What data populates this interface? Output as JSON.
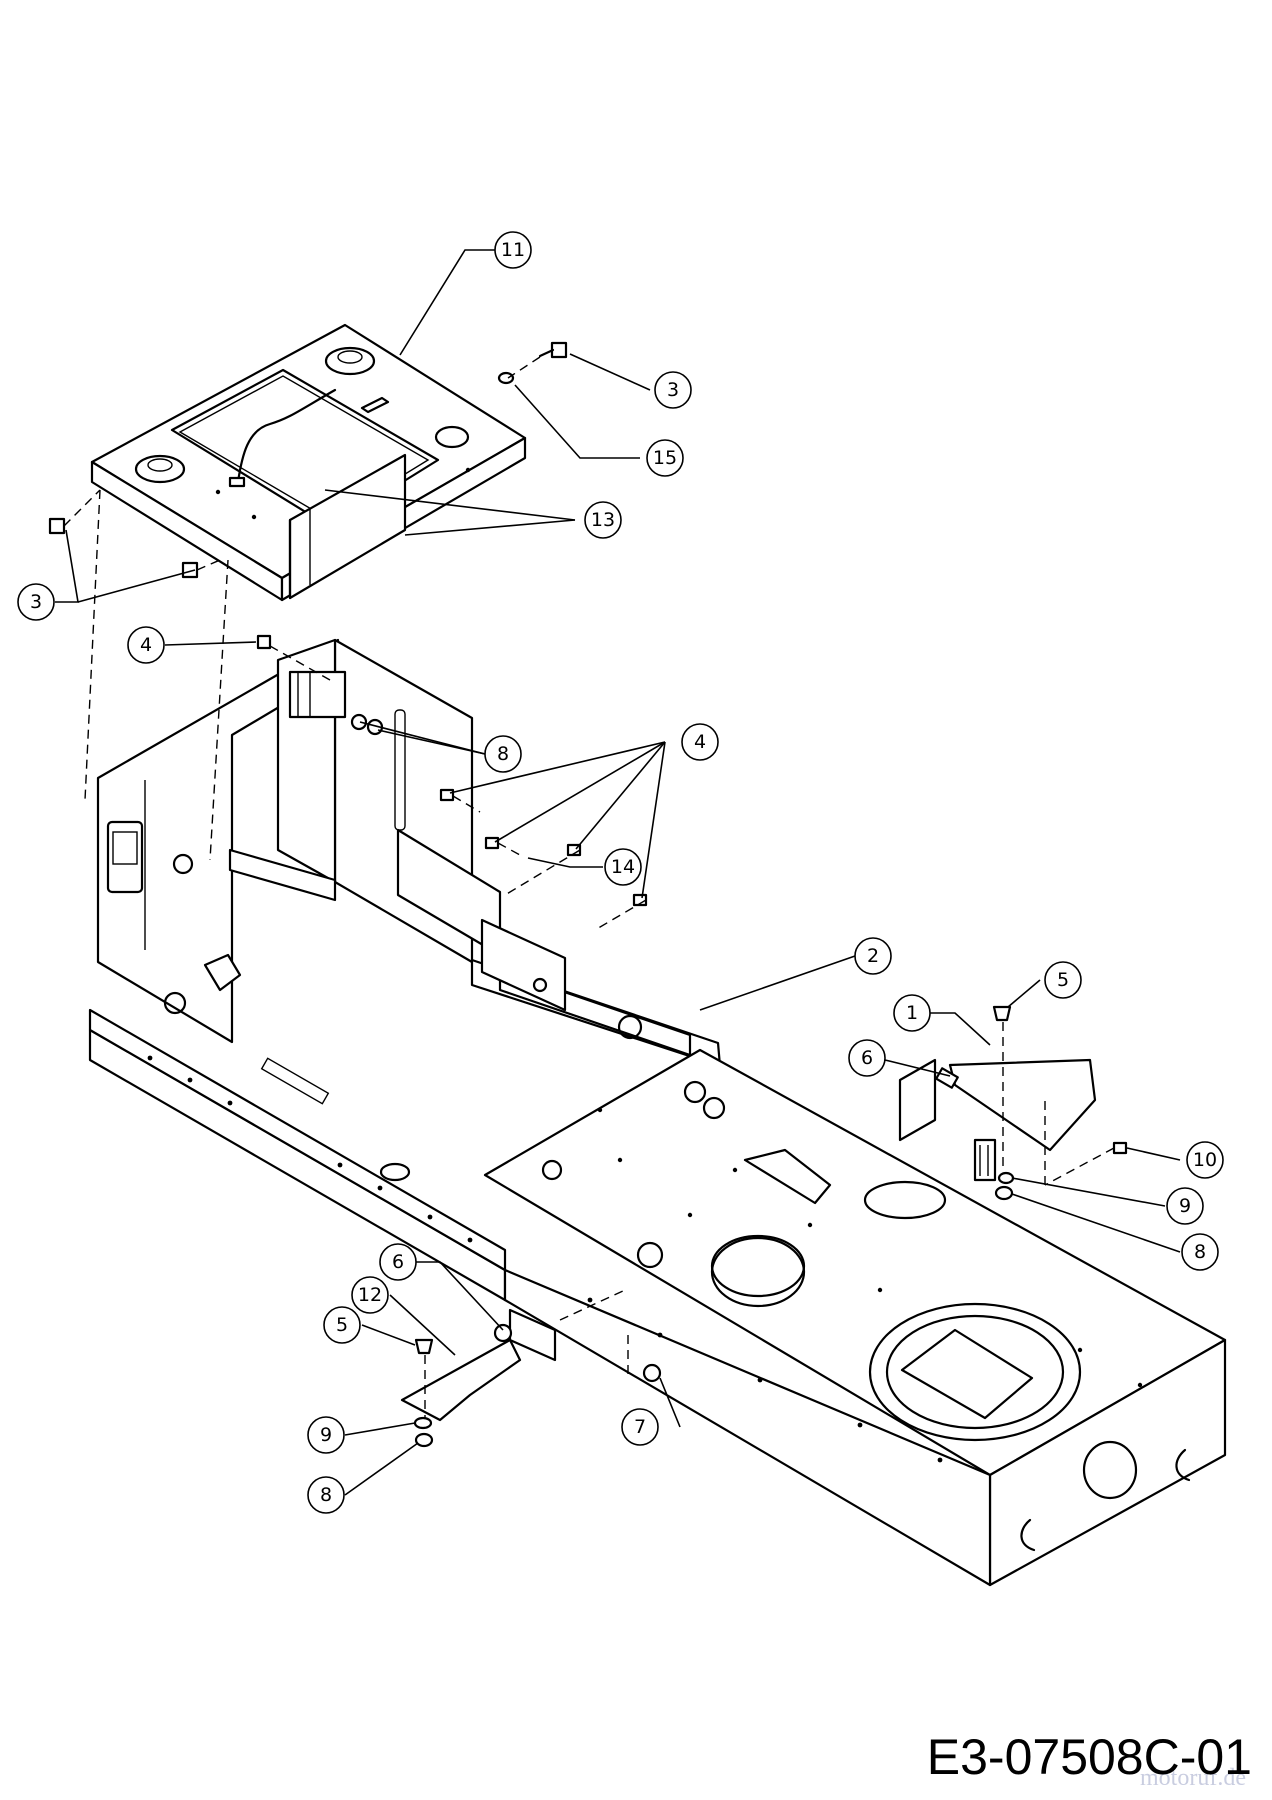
{
  "diagram_code": "E3-07508C-01",
  "watermark": "motoruf.de",
  "callouts": [
    {
      "id": "c11",
      "label": "11"
    },
    {
      "id": "c3a",
      "label": "3"
    },
    {
      "id": "c15",
      "label": "15"
    },
    {
      "id": "c13",
      "label": "13"
    },
    {
      "id": "c3b",
      "label": "3"
    },
    {
      "id": "c4a",
      "label": "4"
    },
    {
      "id": "c8a",
      "label": "8"
    },
    {
      "id": "c4b",
      "label": "4"
    },
    {
      "id": "c14",
      "label": "14"
    },
    {
      "id": "c2",
      "label": "2"
    },
    {
      "id": "c5a",
      "label": "5"
    },
    {
      "id": "c1",
      "label": "1"
    },
    {
      "id": "c6a",
      "label": "6"
    },
    {
      "id": "c10",
      "label": "10"
    },
    {
      "id": "c9a",
      "label": "9"
    },
    {
      "id": "c8b",
      "label": "8"
    },
    {
      "id": "c6b",
      "label": "6"
    },
    {
      "id": "c12",
      "label": "12"
    },
    {
      "id": "c5b",
      "label": "5"
    },
    {
      "id": "c7",
      "label": "7"
    },
    {
      "id": "c9b",
      "label": "9"
    },
    {
      "id": "c8c",
      "label": "8"
    }
  ]
}
